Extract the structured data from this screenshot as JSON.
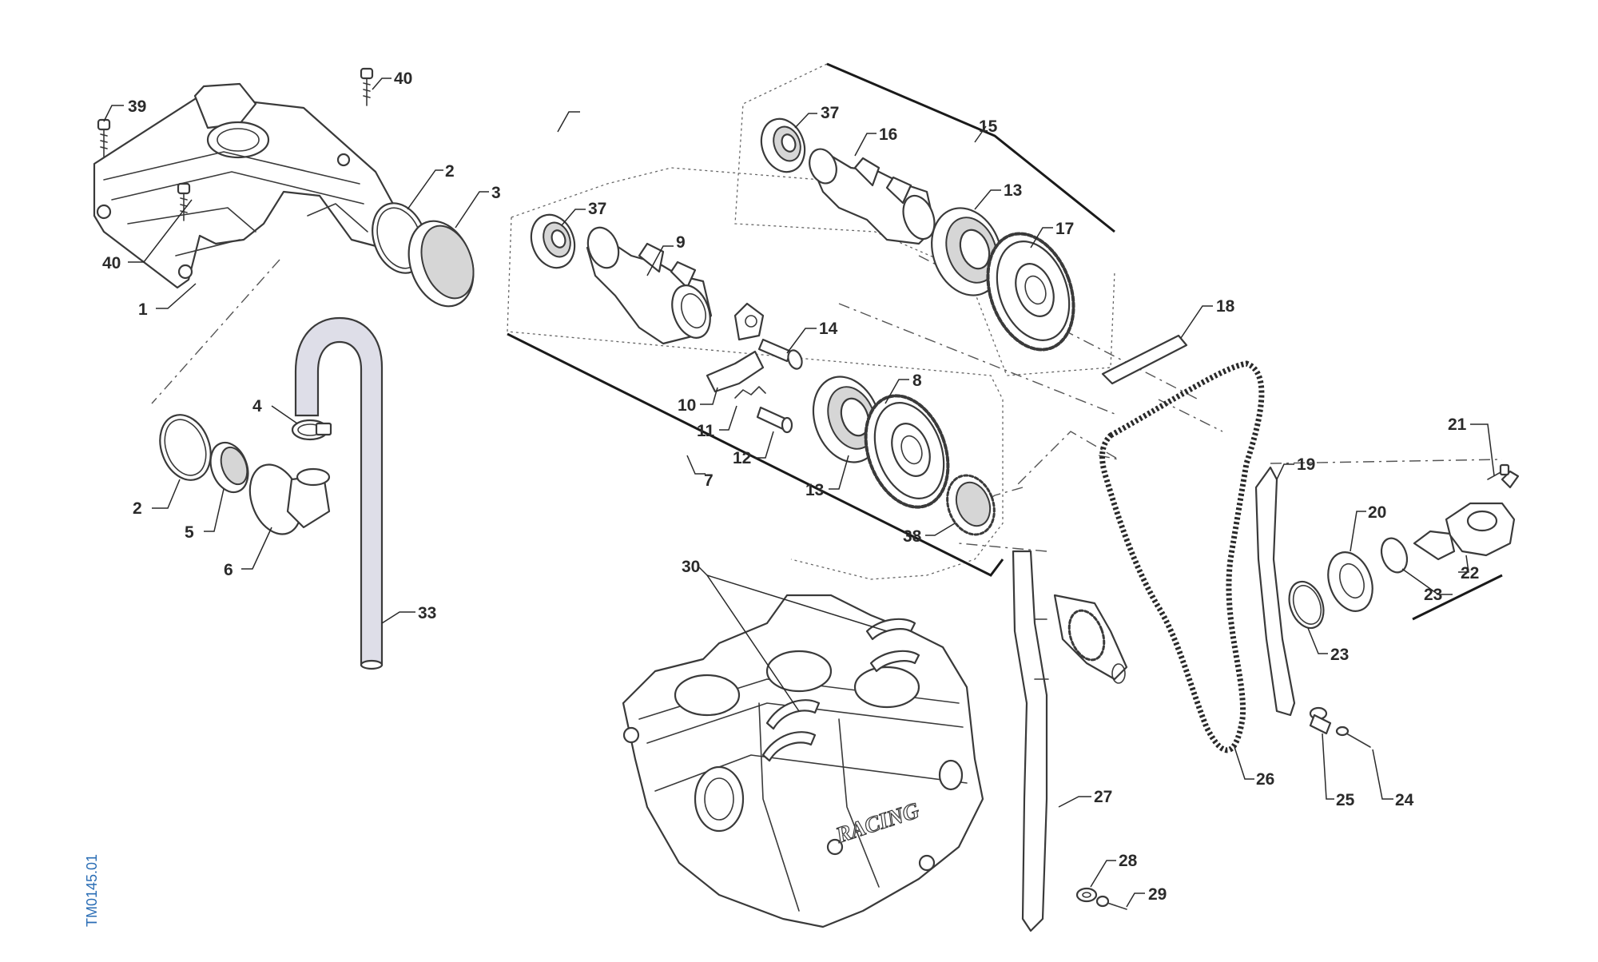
{
  "diagram": {
    "doc_id": "TM0145.01",
    "logo_text": "RACING",
    "callouts": [
      "1",
      "2",
      "3",
      "4",
      "5",
      "6",
      "7",
      "8",
      "9",
      "10",
      "11",
      "12",
      "13",
      "13",
      "14",
      "15",
      "16",
      "17",
      "18",
      "19",
      "20",
      "21",
      "22",
      "23",
      "23",
      "24",
      "25",
      "26",
      "27",
      "28",
      "29",
      "30",
      "33",
      "37",
      "37",
      "38",
      "39",
      "40",
      "40",
      "2"
    ]
  }
}
